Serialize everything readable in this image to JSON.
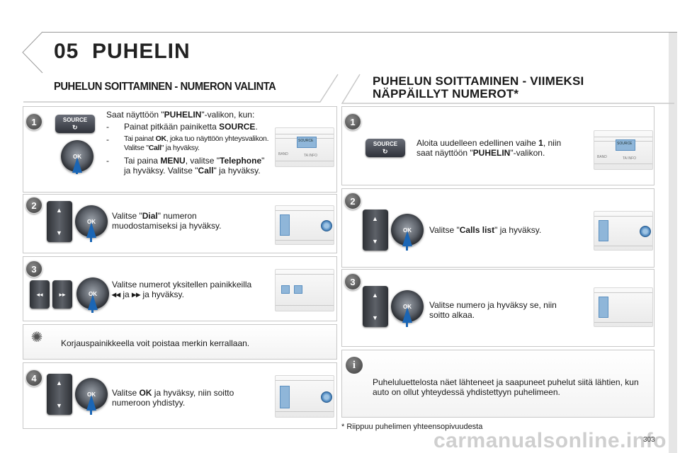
{
  "header": {
    "chapter_number": "05",
    "chapter_title": "PUHELIN"
  },
  "left": {
    "title": "PUHELUN SOITTAMINEN - NUMERON VALINTA",
    "steps": [
      {
        "number": "1",
        "intro_pre": "Saat näyttöön \"",
        "intro_bold": "PUHELIN",
        "intro_post": "\"-valikon, kun:",
        "bullet1_pre": "Painat pitkään painiketta ",
        "bullet1_bold": "SOURCE",
        "bullet1_post": ".",
        "bullet2_a": "Tai painat ",
        "bullet2_b": "OK",
        "bullet2_c": ", joka tuo näyttöön yhteysvalikon. Valitse \"",
        "bullet2_d": "Call",
        "bullet2_e": "\" ja hyväksy.",
        "bullet3_a": "Tai paina ",
        "bullet3_b": "MENU",
        "bullet3_c": ", valitse \"",
        "bullet3_d": "Telephone",
        "bullet3_e": "\" ja hyväksy. Valitse \"",
        "bullet3_f": "Call",
        "bullet3_g": "\" ja hyväksy."
      },
      {
        "number": "2",
        "text_pre": "Valitse \"",
        "text_bold": "Dial",
        "text_post": "\" numeron muodostamiseksi ja hyväksy."
      },
      {
        "number": "3",
        "text_a": "Valitse numerot yksitellen painikkeilla ",
        "text_b": " ja ",
        "text_c": " ja hyväksy."
      },
      {
        "number": "4",
        "text_pre": "Valitse ",
        "text_bold": "OK",
        "text_post": " ja hyväksy, niin soitto numeroon yhdistyy."
      }
    ],
    "tip": "Korjauspainikkeella voit poistaa merkin kerrallaan."
  },
  "right": {
    "title_line1": "PUHELUN SOITTAMINEN - VIIMEKSI",
    "title_line2": "NÄPPÄILLYT NUMEROT*",
    "steps": [
      {
        "number": "1",
        "text_a": "Aloita uudelleen edellinen vaihe ",
        "text_b": "1",
        "text_c": ", niin saat näyttöön \"",
        "text_d": "PUHELIN",
        "text_e": "\"-valikon."
      },
      {
        "number": "2",
        "text_pre": "Valitse \"",
        "text_bold": "Calls list",
        "text_post": "\" ja hyväksy."
      },
      {
        "number": "3",
        "text": "Valitse numero ja hyväksy se, niin soitto alkaa."
      }
    ],
    "info": "Puheluluettelosta näet lähteneet ja saapuneet puhelut siitä lähtien, kun auto on ollut yhteydessä yhdistettyyn puhelimeen."
  },
  "controls": {
    "source_label": "SOURCE",
    "ok_label": "OK",
    "up_glyph": "▲",
    "down_glyph": "▼",
    "rewind_glyph": "◂◂",
    "forward_glyph": "▸▸",
    "band_label": "BAND",
    "ta_label": "TA INFO",
    "step_bullet": "-",
    "info_glyph": "i",
    "tip_glyph": "✺"
  },
  "footnote": "* Riippuu puhelimen yhteensopivuudesta",
  "page_number": "303",
  "watermark": "carmanualsonline.info",
  "colors": {
    "accent_blue": "#1b66b5",
    "panel_border": "#c8c8c8",
    "badge_dark": "#3c3c3c"
  }
}
